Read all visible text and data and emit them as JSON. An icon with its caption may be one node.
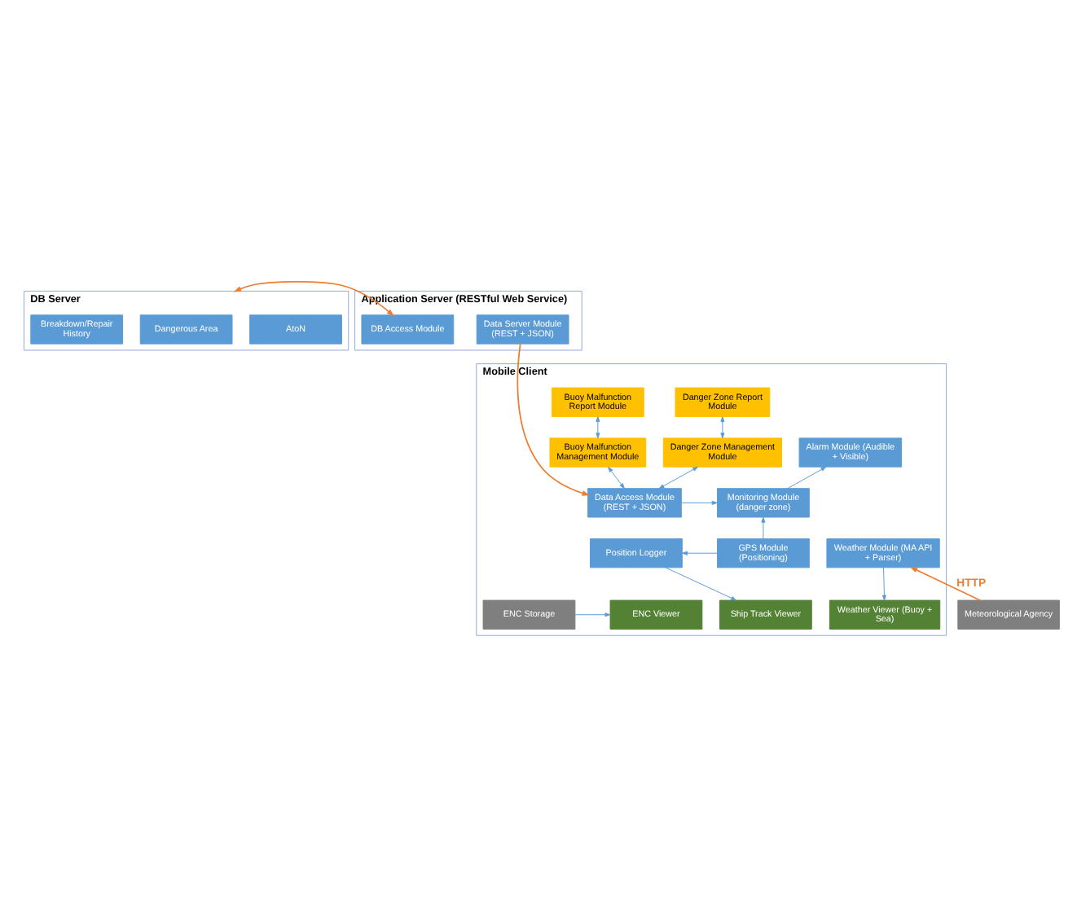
{
  "diagram": {
    "nodes": [
      {
        "text": [
          "DB Server"
        ]
      },
      {
        "text": [
          "AtoN"
        ],
        "in": 0
      },
      {
        "text": [
          "Dangerous Area"
        ],
        "in": 0
      },
      {
        "text": [
          "Breakdown/Repair History"
        ],
        "in": 0
      },
      {
        "text": [
          "Application Server (RESTful Web Service)"
        ]
      },
      {
        "text": [
          "Data Server Module (REST + JSON)"
        ],
        "in": 4
      },
      {
        "text": [
          "DB Access Module"
        ],
        "in": 4
      },
      {
        "text": [
          "Mobile Client"
        ]
      },
      {
        "text": [
          "Danger Zone Report Module"
        ],
        "in": 7
      },
      {
        "text": [
          "Buoy Malfunction Report Module"
        ],
        "in": 7
      },
      {
        "text": [
          "Alarm Module (Audible + Visible)"
        ],
        "in": 7
      },
      {
        "text": [
          "Danger Zone Management Module"
        ],
        "in": 7
      },
      {
        "text": [
          "Buoy Malfunction Management Module"
        ],
        "in": 7
      },
      {
        "text": [
          "Monitoring Module (danger zone)"
        ],
        "in": 7
      },
      {
        "text": [
          "Data Access Module (REST + JSON)"
        ],
        "in": 7
      },
      {
        "text": [
          "GPS Module (Positioning)"
        ],
        "in": 7
      },
      {
        "text": [
          "Position Logger"
        ],
        "in": 7
      },
      {
        "text": [
          "Weather Module (MA API + Parser)"
        ],
        "in": 7
      },
      {
        "text": [
          "ENC Storage"
        ],
        "in": 7
      },
      {
        "text": [
          "ENC Viewer"
        ],
        "in": 7
      },
      {
        "text": [
          "Ship Track Viewer"
        ],
        "in": 7
      },
      {
        "text": [
          "Weather Viewer (Buoy + Sea)"
        ],
        "in": 7
      },
      {
        "text": [
          "Meteorological Agency"
        ]
      }
    ],
    "edges": [
      {
        "from": 0,
        "to": 6,
        "arrow": "both",
        "color": "#ed7d31"
      },
      {
        "from": 5,
        "to": 14,
        "arrow": "to",
        "color": "#ed7d31"
      },
      {
        "from": 8,
        "to": 11,
        "arrow": "both"
      },
      {
        "from": 9,
        "to": 12,
        "arrow": "both"
      },
      {
        "from": 14,
        "to": 11,
        "arrow": "both"
      },
      {
        "from": 14,
        "to": 12,
        "arrow": "both"
      },
      {
        "from": 14,
        "to": 13,
        "arrow": "to"
      },
      {
        "from": 13,
        "to": 10,
        "arrow": "to"
      },
      {
        "from": 15,
        "to": 13,
        "arrow": "to"
      },
      {
        "from": 15,
        "to": 16,
        "arrow": "to"
      },
      {
        "from": 16,
        "to": 20,
        "arrow": "to"
      },
      {
        "from": 17,
        "to": 21,
        "arrow": "to"
      },
      {
        "from": 18,
        "to": 19,
        "arrow": "to"
      },
      {
        "from": 22,
        "to": 17,
        "label": "HTTP",
        "arrow": "to",
        "color": "#ed7d31"
      }
    ]
  }
}
